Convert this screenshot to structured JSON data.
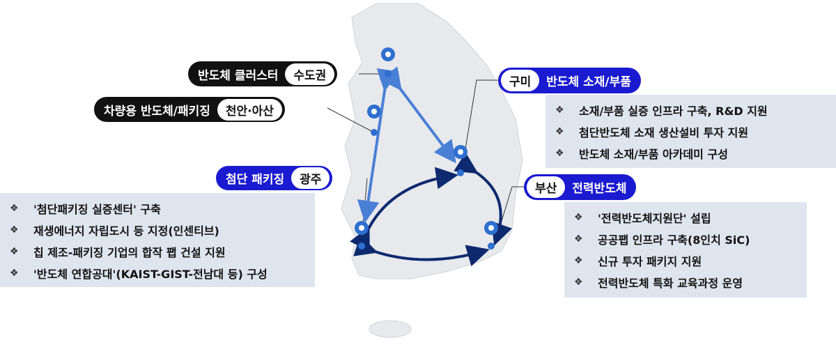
{
  "regions": [
    {
      "label": "반도체 클러스터",
      "place": "수도권"
    },
    {
      "label": "차량용 반도체/패키징",
      "place": "천안·아산"
    },
    {
      "label": "첨단 패키징",
      "place": "광주",
      "items": [
        "'첨단패키징 실증센터' 구축",
        "재생에너지 자립도시 등 지정(인센티브)",
        "칩 제조-패키징 기업의 합작 팹 건설 지원",
        "'반도체 연합공대'(KAIST-GIST-전남대 등) 구성"
      ]
    },
    {
      "place": "구미",
      "label": "반도체 소재/부품",
      "items": [
        "소재/부품 실증 인프라 구축, R&D 지원",
        "첨단반도체 소재 생산설비 투자 지원",
        "반도체 소재/부품 아카데미 구성"
      ]
    },
    {
      "place": "부산",
      "label": "전력반도체",
      "items": [
        "'전력반도체지원단'  설립",
        "공공팹 인프라 구축(8인치 SiC)",
        "신규 투자 패키지 지원",
        "전력반도체 특화 교육과정 운영"
      ]
    }
  ],
  "bullet": "❖",
  "colors": {
    "pill_blue": "#1a1ad0",
    "pill_black": "#111111",
    "arrow_light": "#4a7fd6",
    "arrow_dark": "#0d2a6e",
    "box_bg": "#dfe5ee",
    "map": "#e8e9ec"
  }
}
